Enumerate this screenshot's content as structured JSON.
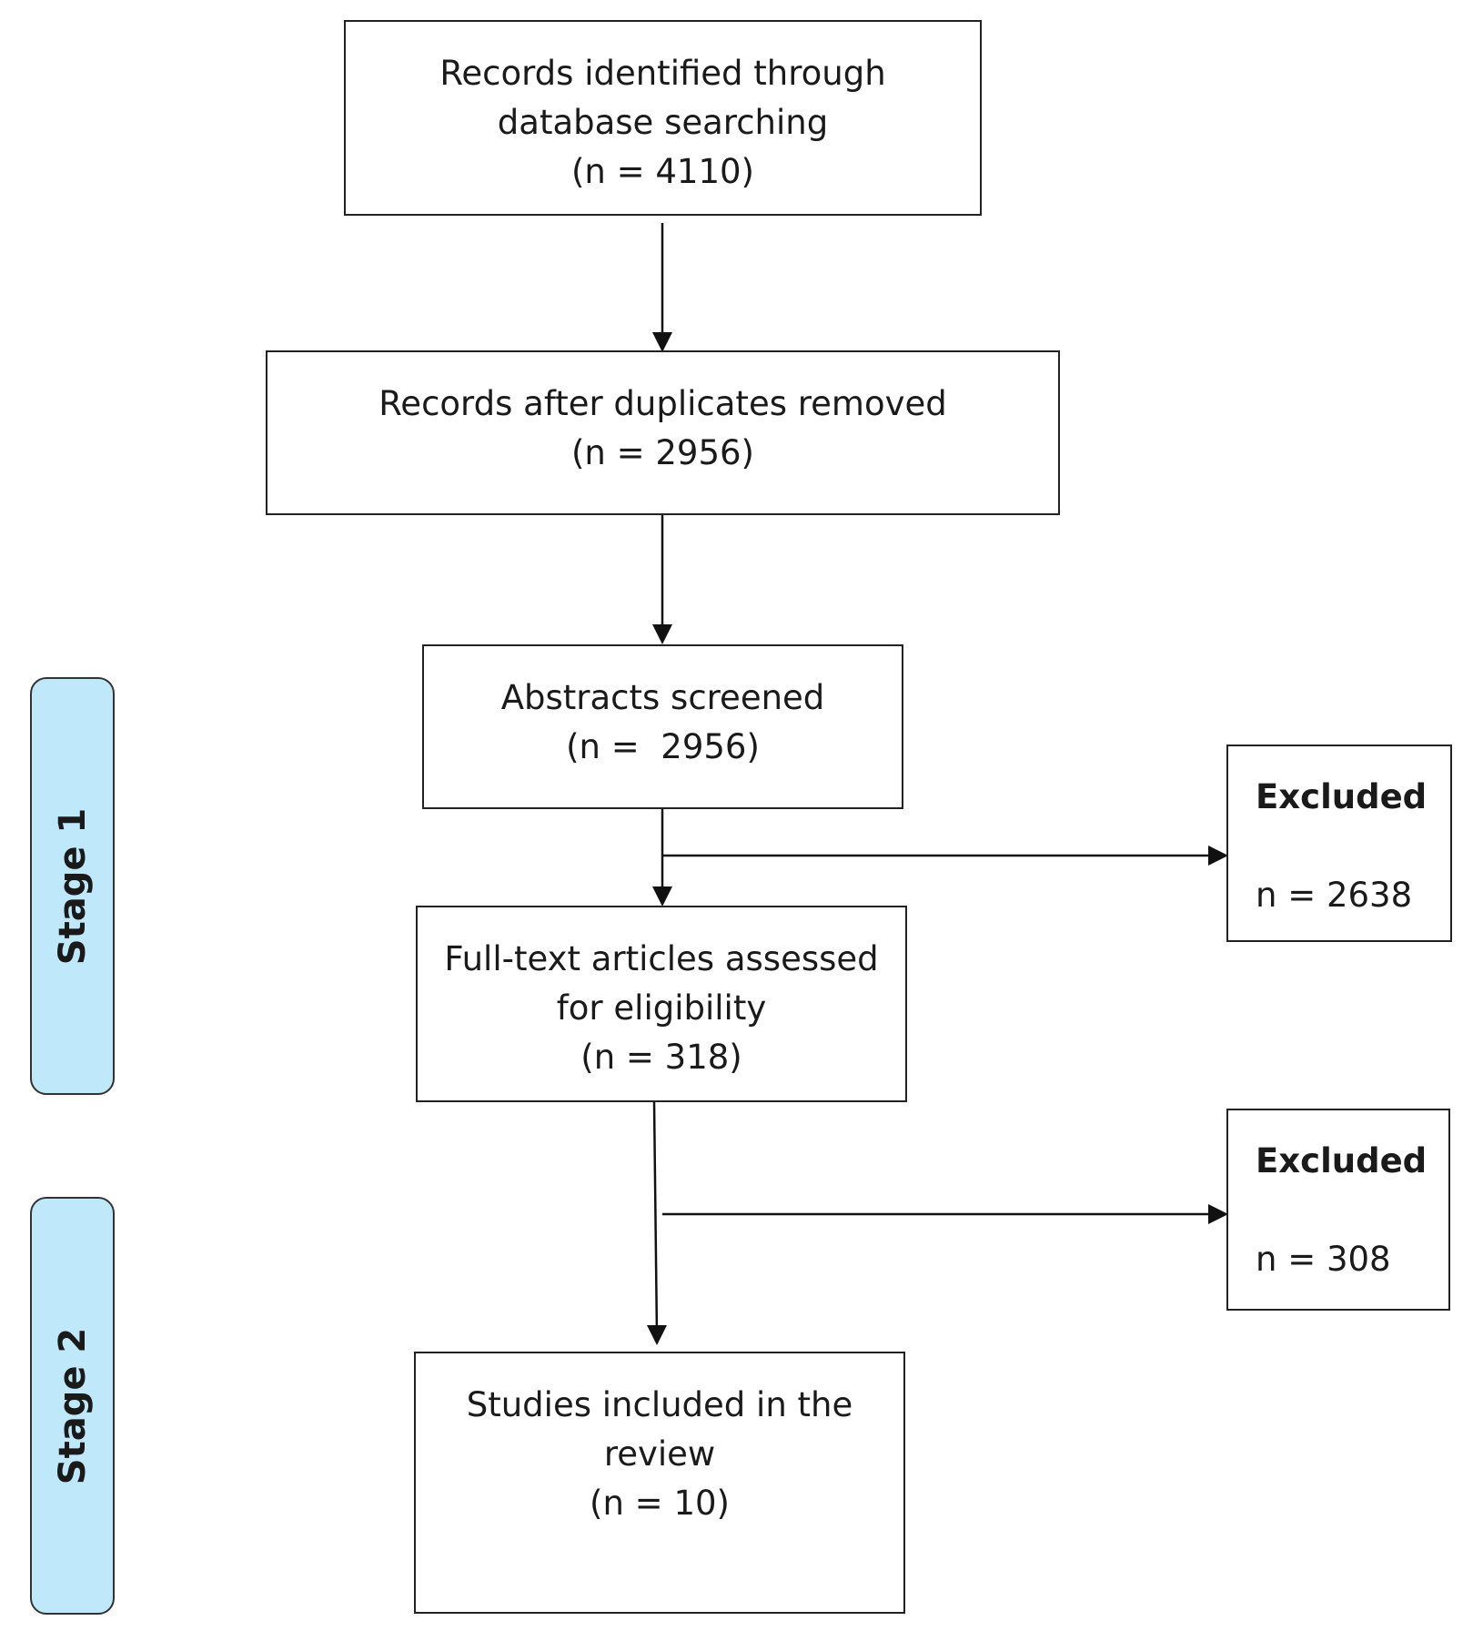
{
  "boxes": {
    "identified": {
      "lines": [
        "Records identified through",
        "database searching",
        "(n = 4110)"
      ]
    },
    "deduplicated": {
      "lines": [
        "Records after duplicates removed",
        "(n = 2956)"
      ]
    },
    "screened": {
      "lines": [
        "Abstracts screened",
        "(n =  2956)"
      ]
    },
    "fulltext": {
      "lines": [
        "Full-text articles assessed",
        "for eligibility",
        "(n = 318)"
      ]
    },
    "included": {
      "lines": [
        "Studies included in the",
        "review",
        "(n = 10)"
      ]
    }
  },
  "excluded": [
    {
      "title": "Excluded",
      "count": "n = 2638"
    },
    {
      "title": "Excluded",
      "count": "n = 308"
    }
  ],
  "stages": [
    {
      "label": "Stage 1"
    },
    {
      "label": "Stage 2"
    }
  ],
  "colors": {
    "stage_fill": "#bfe9fb",
    "stroke": "#222222"
  }
}
